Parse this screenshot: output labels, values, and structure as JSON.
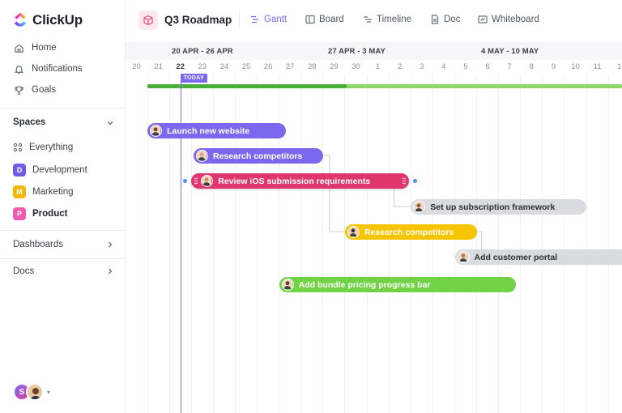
{
  "app": {
    "name": "ClickUp"
  },
  "sidebar": {
    "nav": [
      {
        "label": "Home",
        "icon": "home-icon"
      },
      {
        "label": "Notifications",
        "icon": "bell-icon"
      },
      {
        "label": "Goals",
        "icon": "trophy-icon"
      }
    ],
    "spaces_title": "Spaces",
    "everything_label": "Everything",
    "spaces": [
      {
        "letter": "D",
        "label": "Development",
        "color": "#6e5ce6"
      },
      {
        "letter": "M",
        "label": "Marketing",
        "color": "#f5b800"
      },
      {
        "letter": "P",
        "label": "Product",
        "color": "#f05ab0"
      }
    ],
    "dashboards_label": "Dashboards",
    "docs_label": "Docs",
    "user_initial": "S"
  },
  "header": {
    "project_title": "Q3 Roadmap",
    "views": [
      {
        "label": "Gantt",
        "icon": "gantt-icon",
        "active": true
      },
      {
        "label": "Board",
        "icon": "board-icon"
      },
      {
        "label": "Timeline",
        "icon": "timeline-icon"
      },
      {
        "label": "Doc",
        "icon": "doc-icon"
      },
      {
        "label": "Whiteboard",
        "icon": "whiteboard-icon"
      }
    ]
  },
  "timeline": {
    "weeks": [
      "20 APR - 26 APR",
      "27 APR - 3 MAY",
      "4 MAY - 10 MAY"
    ],
    "days": [
      "20",
      "21",
      "22",
      "23",
      "24",
      "25",
      "26",
      "27",
      "28",
      "29",
      "30",
      "1",
      "2",
      "3",
      "4",
      "5",
      "6",
      "7",
      "8",
      "9",
      "10",
      "11",
      "1"
    ],
    "today_day": "22",
    "today_label": "TODAY",
    "progress_fraction": 0.42,
    "tasks": [
      {
        "label": "Launch new website",
        "color": "#7b68ee",
        "text": "dark",
        "start": 1,
        "span": 6.3,
        "row": 0
      },
      {
        "label": "Research competitors",
        "color": "#7b68ee",
        "text": "dark",
        "start": 3.1,
        "span": 5.9,
        "row": 1
      },
      {
        "label": "Review iOS submission requirements",
        "color": "#e0366e",
        "text": "dark",
        "start": 3.0,
        "span": 9.9,
        "row": 2,
        "selected": true
      },
      {
        "label": "Set up subscription framework",
        "color": "#d9dbe0",
        "text": "light",
        "start": 13.0,
        "span": 8.0,
        "row": 3
      },
      {
        "label": "Research competitors",
        "color": "#f7c400",
        "text": "dark",
        "start": 10.0,
        "span": 6.0,
        "row": 4
      },
      {
        "label": "Add customer portal",
        "color": "#d9dbe0",
        "text": "light",
        "start": 15.0,
        "span": 8.5,
        "row": 5
      },
      {
        "label": "Add bundle pricing progress bar",
        "color": "#70d244",
        "text": "dark",
        "start": 7.0,
        "span": 10.8,
        "row": 6
      }
    ]
  }
}
